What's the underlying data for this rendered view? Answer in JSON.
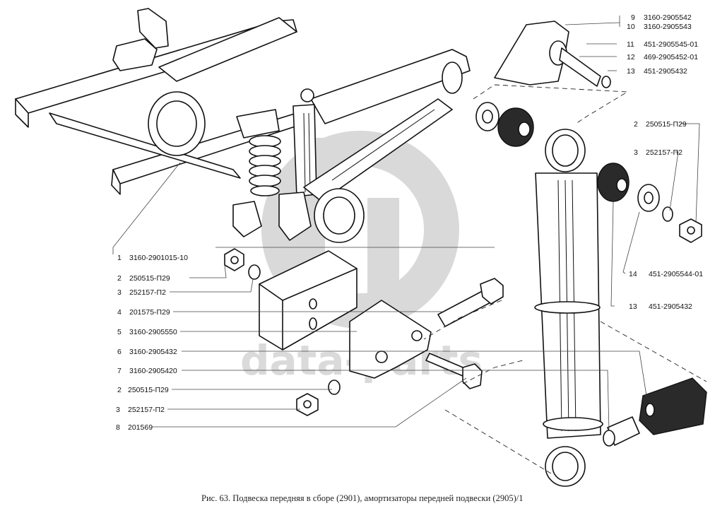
{
  "figure": {
    "caption": "Рис. 63. Подвеска передняя в сборе (2901), амортизаторы передней подвески (2905)/1",
    "watermark_text": "data-parts",
    "watermark_logo": "dp-logo"
  },
  "callouts_left": [
    {
      "num": "1",
      "part": "3160-2901015-10"
    },
    {
      "num": "2",
      "part": "250515-П29"
    },
    {
      "num": "3",
      "part": "252157-П2"
    },
    {
      "num": "4",
      "part": "201575-П29"
    },
    {
      "num": "5",
      "part": "3160-2905550"
    },
    {
      "num": "6",
      "part": "3160-2905432"
    },
    {
      "num": "7",
      "part": "3160-2905420"
    },
    {
      "num": "2",
      "part": "250515-П29"
    },
    {
      "num": "3",
      "part": "252157-П2"
    },
    {
      "num": "8",
      "part": "201569"
    }
  ],
  "callouts_right_top": [
    {
      "num": "9",
      "part": "3160-2905542"
    },
    {
      "num": "10",
      "part": "3160-2905543"
    },
    {
      "num": "11",
      "part": "451-2905545-01"
    },
    {
      "num": "12",
      "part": "469-2905452-01"
    },
    {
      "num": "13",
      "part": "451-2905432"
    }
  ],
  "callouts_right_mid": [
    {
      "num": "2",
      "part": "250515-П29"
    },
    {
      "num": "3",
      "part": "252157-П2"
    }
  ],
  "callouts_right_bottom": [
    {
      "num": "14",
      "part": "451-2905544-01"
    },
    {
      "num": "13",
      "part": "451-2905432"
    }
  ]
}
